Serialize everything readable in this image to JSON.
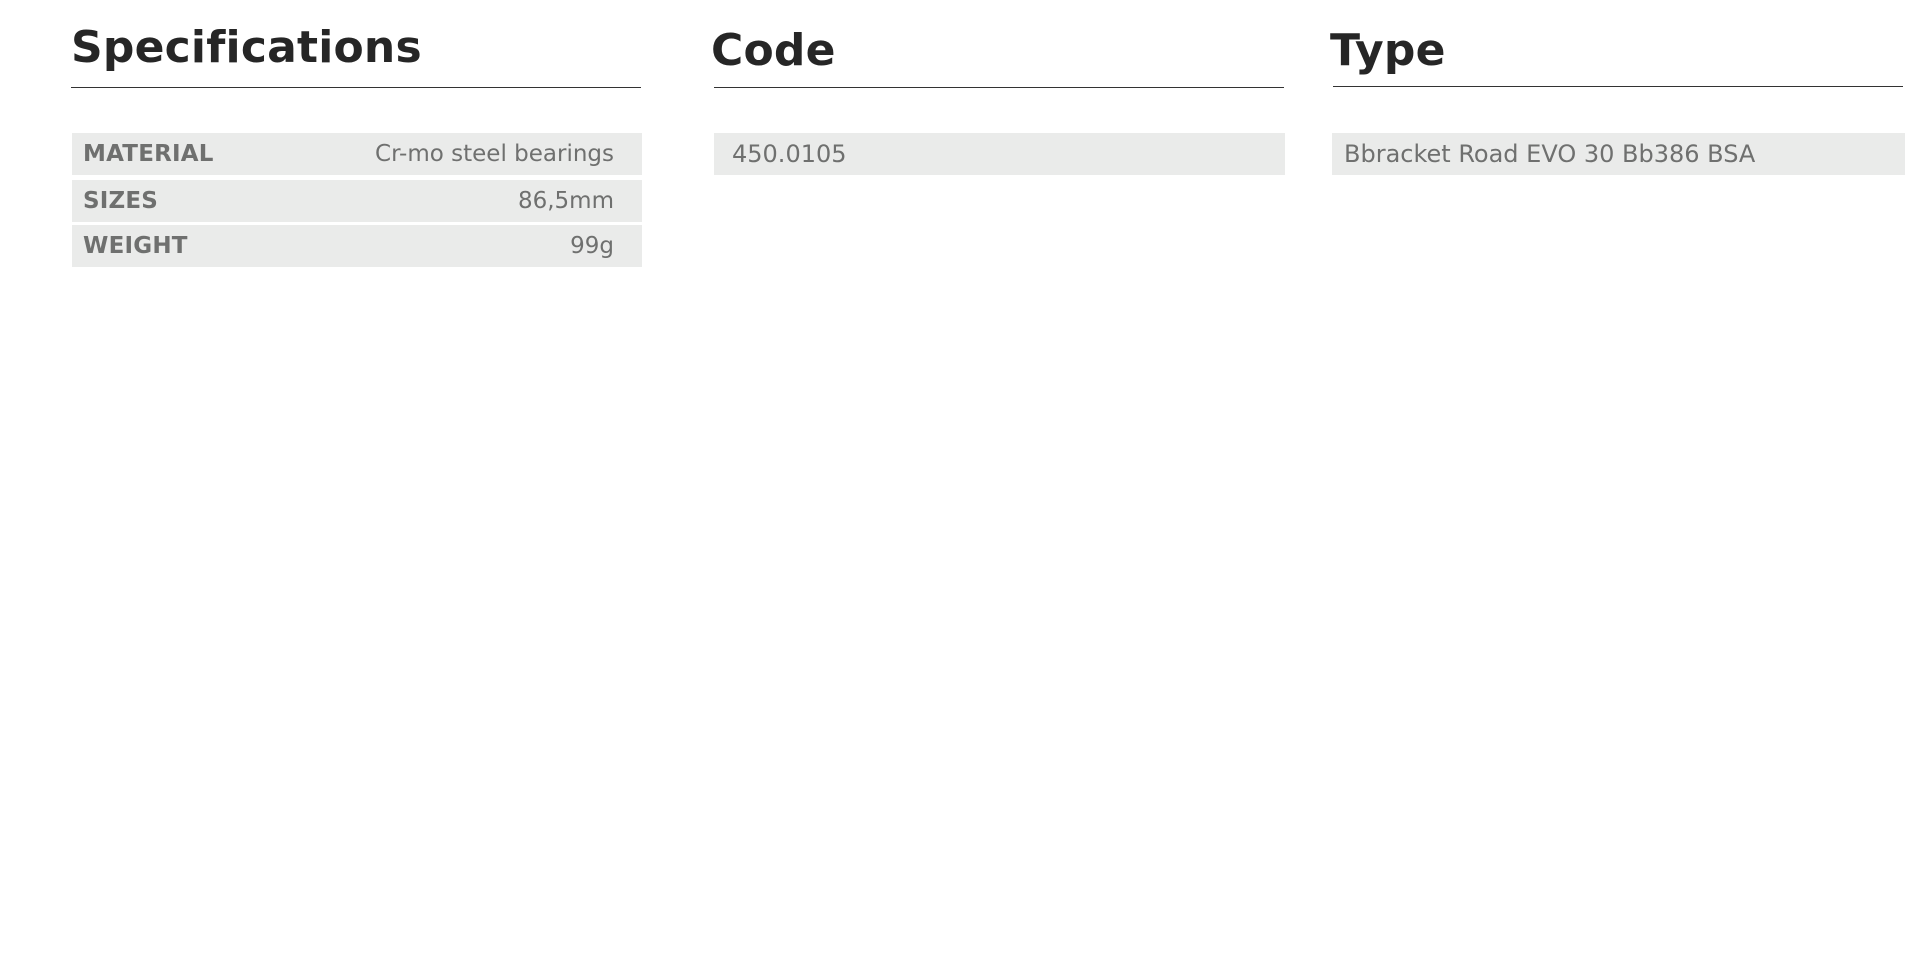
{
  "specifications": {
    "title": "Specifications",
    "rows": [
      {
        "label": "MATERIAL",
        "value": "Cr-mo steel bearings"
      },
      {
        "label": "SIZES",
        "value": "86,5mm"
      },
      {
        "label": "WEIGHT",
        "value": "99g"
      }
    ]
  },
  "code": {
    "title": "Code",
    "value": "450.0105"
  },
  "type": {
    "title": "Type",
    "value": "Bbracket Road EVO 30 Bb386 BSA"
  },
  "colors": {
    "heading": "#262626",
    "row_background": "#eaebea",
    "row_text": "#6f706f",
    "rule": "#333333"
  }
}
